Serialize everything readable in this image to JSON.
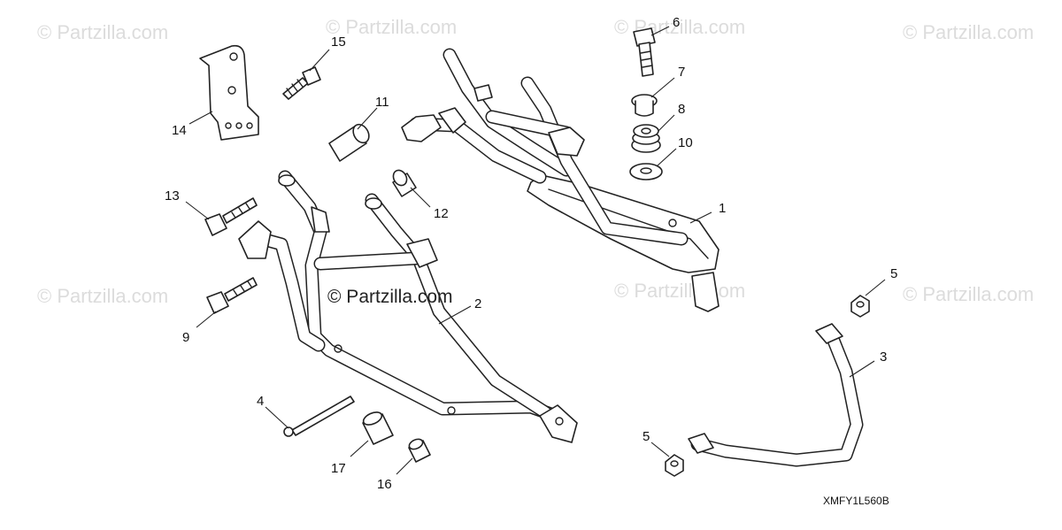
{
  "watermark": {
    "faint_text": "© Partzilla.com",
    "main_text": "© Partzilla.com"
  },
  "diagram_code": "XMFY1L560B",
  "callouts": [
    {
      "id": "c1",
      "label": "1"
    },
    {
      "id": "c2",
      "label": "2"
    },
    {
      "id": "c3",
      "label": "3"
    },
    {
      "id": "c4",
      "label": "4"
    },
    {
      "id": "c5a",
      "label": "5"
    },
    {
      "id": "c5b",
      "label": "5"
    },
    {
      "id": "c6",
      "label": "6"
    },
    {
      "id": "c7",
      "label": "7"
    },
    {
      "id": "c8",
      "label": "8"
    },
    {
      "id": "c9",
      "label": "9"
    },
    {
      "id": "c10",
      "label": "10"
    },
    {
      "id": "c11",
      "label": "11"
    },
    {
      "id": "c12",
      "label": "12"
    },
    {
      "id": "c13",
      "label": "13"
    },
    {
      "id": "c14",
      "label": "14"
    },
    {
      "id": "c15",
      "label": "15"
    },
    {
      "id": "c16",
      "label": "16"
    },
    {
      "id": "c17",
      "label": "17"
    }
  ]
}
